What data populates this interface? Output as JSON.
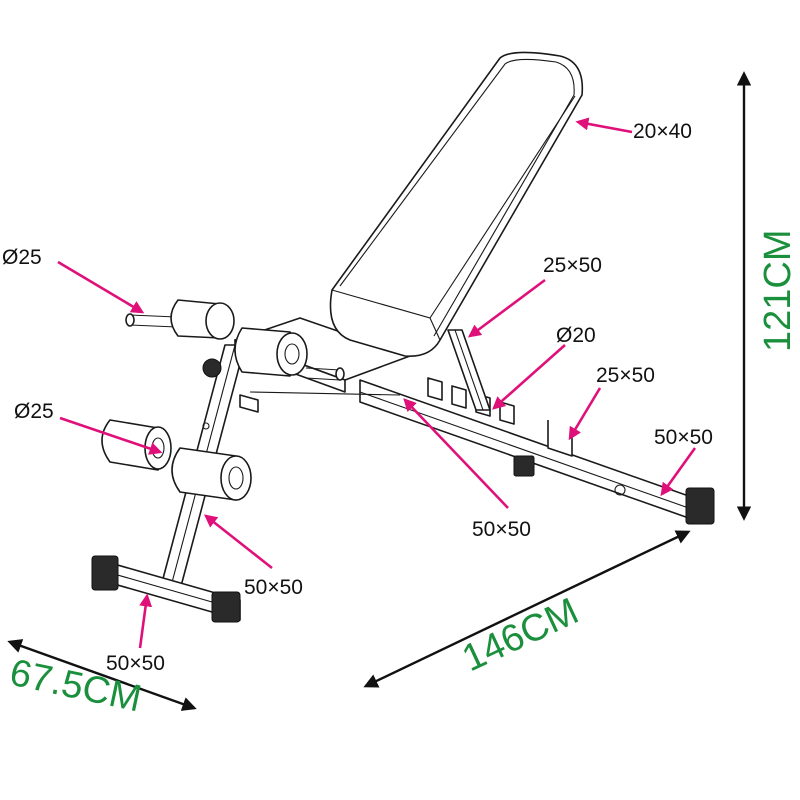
{
  "colors": {
    "callout": "#e0107a",
    "dimension_text": "#1a8f3c",
    "line": "#1a1a1a"
  },
  "callouts": {
    "backrest": "20×40",
    "top_left_rod": "Ø25",
    "backrest_support": "25×50",
    "pin": "Ø20",
    "right_bracket": "25×50",
    "rear_foot": "50×50",
    "lower_rod": "Ø25",
    "main_rail": "50×50",
    "front_column": "50×50",
    "front_foot": "50×50"
  },
  "dimensions": {
    "height": "121CM",
    "length": "146CM",
    "width": "67.5CM"
  }
}
